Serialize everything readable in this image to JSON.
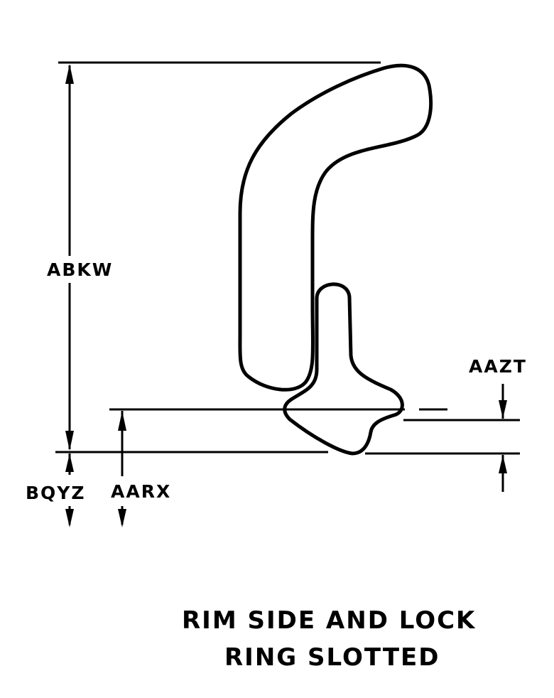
{
  "dimensions": {
    "height_label": "ABKW",
    "lower_label": "BQYZ",
    "offset_label": "AARX",
    "thickness_label": "AAZT"
  },
  "caption": {
    "line1": "RIM SIDE AND LOCK",
    "line2": "RING SLOTTED"
  }
}
